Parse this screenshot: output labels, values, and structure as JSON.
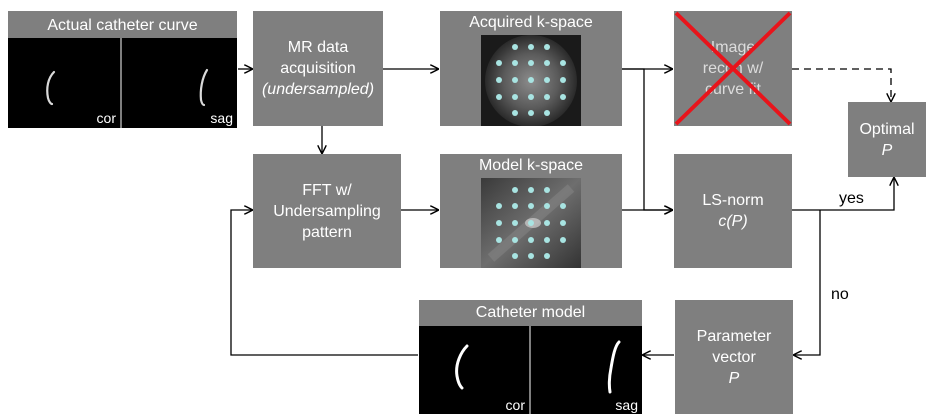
{
  "nodes": {
    "actual_curve": {
      "title": "Actual catheter curve",
      "left_label": "cor",
      "right_label": "sag"
    },
    "mr_acquisition": {
      "line1": "MR data",
      "line2": "acquisition",
      "line3": "(undersampled)"
    },
    "acquired_kspace": {
      "title": "Acquired k-space"
    },
    "image_recon": {
      "line1": "Image",
      "line2": "recon w/",
      "line3": "curve fit"
    },
    "optimal": {
      "line1": "Optimal",
      "line2": "P"
    },
    "fft": {
      "line1": "FFT w/",
      "line2": "Undersampling",
      "line3": "pattern"
    },
    "model_kspace": {
      "title": "Model k-space"
    },
    "ls_norm": {
      "line1": "LS-norm",
      "line2": "c(P)"
    },
    "parameter_vector": {
      "line1": "Parameter",
      "line2": "vector",
      "line3": "P"
    },
    "catheter_model": {
      "title": "Catheter model",
      "left_label": "cor",
      "right_label": "sag"
    }
  },
  "edges": {
    "yes_label": "yes",
    "no_label": "no"
  },
  "colors": {
    "box": "#7f7f7f",
    "cross": "#e8141b",
    "sample_dot": "#a8e4e2",
    "arrow": "#000000"
  }
}
